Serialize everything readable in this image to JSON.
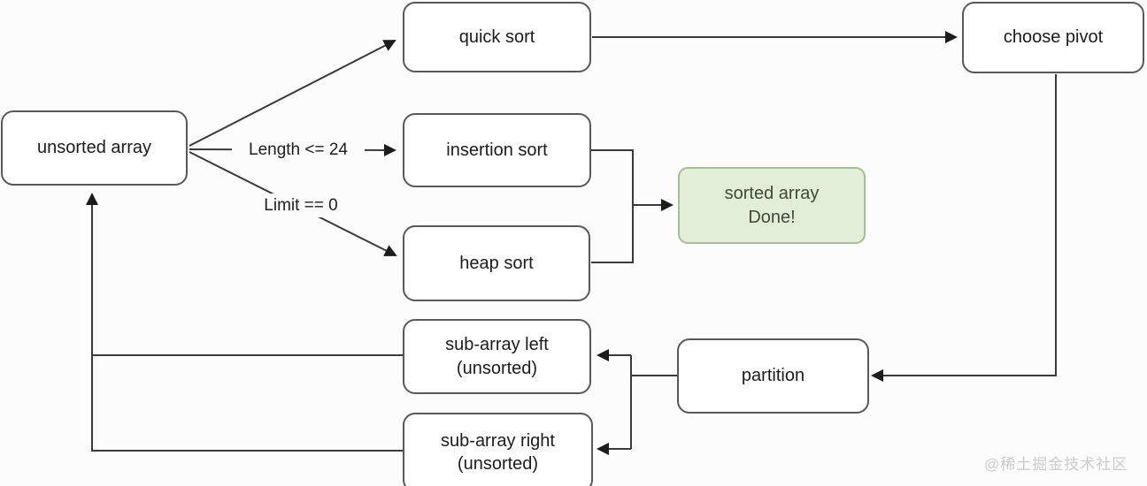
{
  "page": {
    "background": "#fcfcfc"
  },
  "flowchart": {
    "nodes": {
      "unsorted": {
        "label": "unsorted array"
      },
      "quick": {
        "label": "quick sort"
      },
      "choose_pivot": {
        "label": "choose pivot"
      },
      "insertion": {
        "label": "insertion sort"
      },
      "heap": {
        "label": "heap sort"
      },
      "sorted": {
        "line1": "sorted array",
        "line2": "Done!"
      },
      "sub_left": {
        "line1": "sub-array left",
        "line2": "(unsorted)"
      },
      "partition": {
        "label": "partition"
      },
      "sub_right": {
        "line1": "sub-array right",
        "line2": "(unsorted)"
      }
    },
    "edge_labels": {
      "length_condition": "Length <= 24",
      "limit_condition": "Limit == 0"
    },
    "connections": [
      {
        "from": "unsorted array",
        "to": "quick sort"
      },
      {
        "from": "unsorted array",
        "to": "insertion sort",
        "label": "Length <= 24"
      },
      {
        "from": "unsorted array",
        "to": "heap sort",
        "label": "Limit == 0"
      },
      {
        "from": "quick sort",
        "to": "choose pivot"
      },
      {
        "from": "insertion sort",
        "to": "sorted array Done!"
      },
      {
        "from": "heap sort",
        "to": "sorted array Done!"
      },
      {
        "from": "choose pivot",
        "to": "partition"
      },
      {
        "from": "partition",
        "to": "sub-array left (unsorted)"
      },
      {
        "from": "partition",
        "to": "sub-array right (unsorted)"
      },
      {
        "from": "sub-array left (unsorted)",
        "to": "unsorted array"
      },
      {
        "from": "sub-array right (unsorted)",
        "to": "unsorted array"
      }
    ],
    "colors": {
      "node_border": "#595959",
      "node_background": "#fefefe",
      "node_text": "#1c1c1c",
      "edge_line": "#3a3a3a",
      "arrowhead": "#1c1c1c",
      "success_background": "#e3eed8",
      "success_border": "#a9bd94",
      "success_text": "#3e4a38"
    }
  },
  "watermark": {
    "text": "@稀土掘金技术社区",
    "color": "#cbcbcb"
  }
}
